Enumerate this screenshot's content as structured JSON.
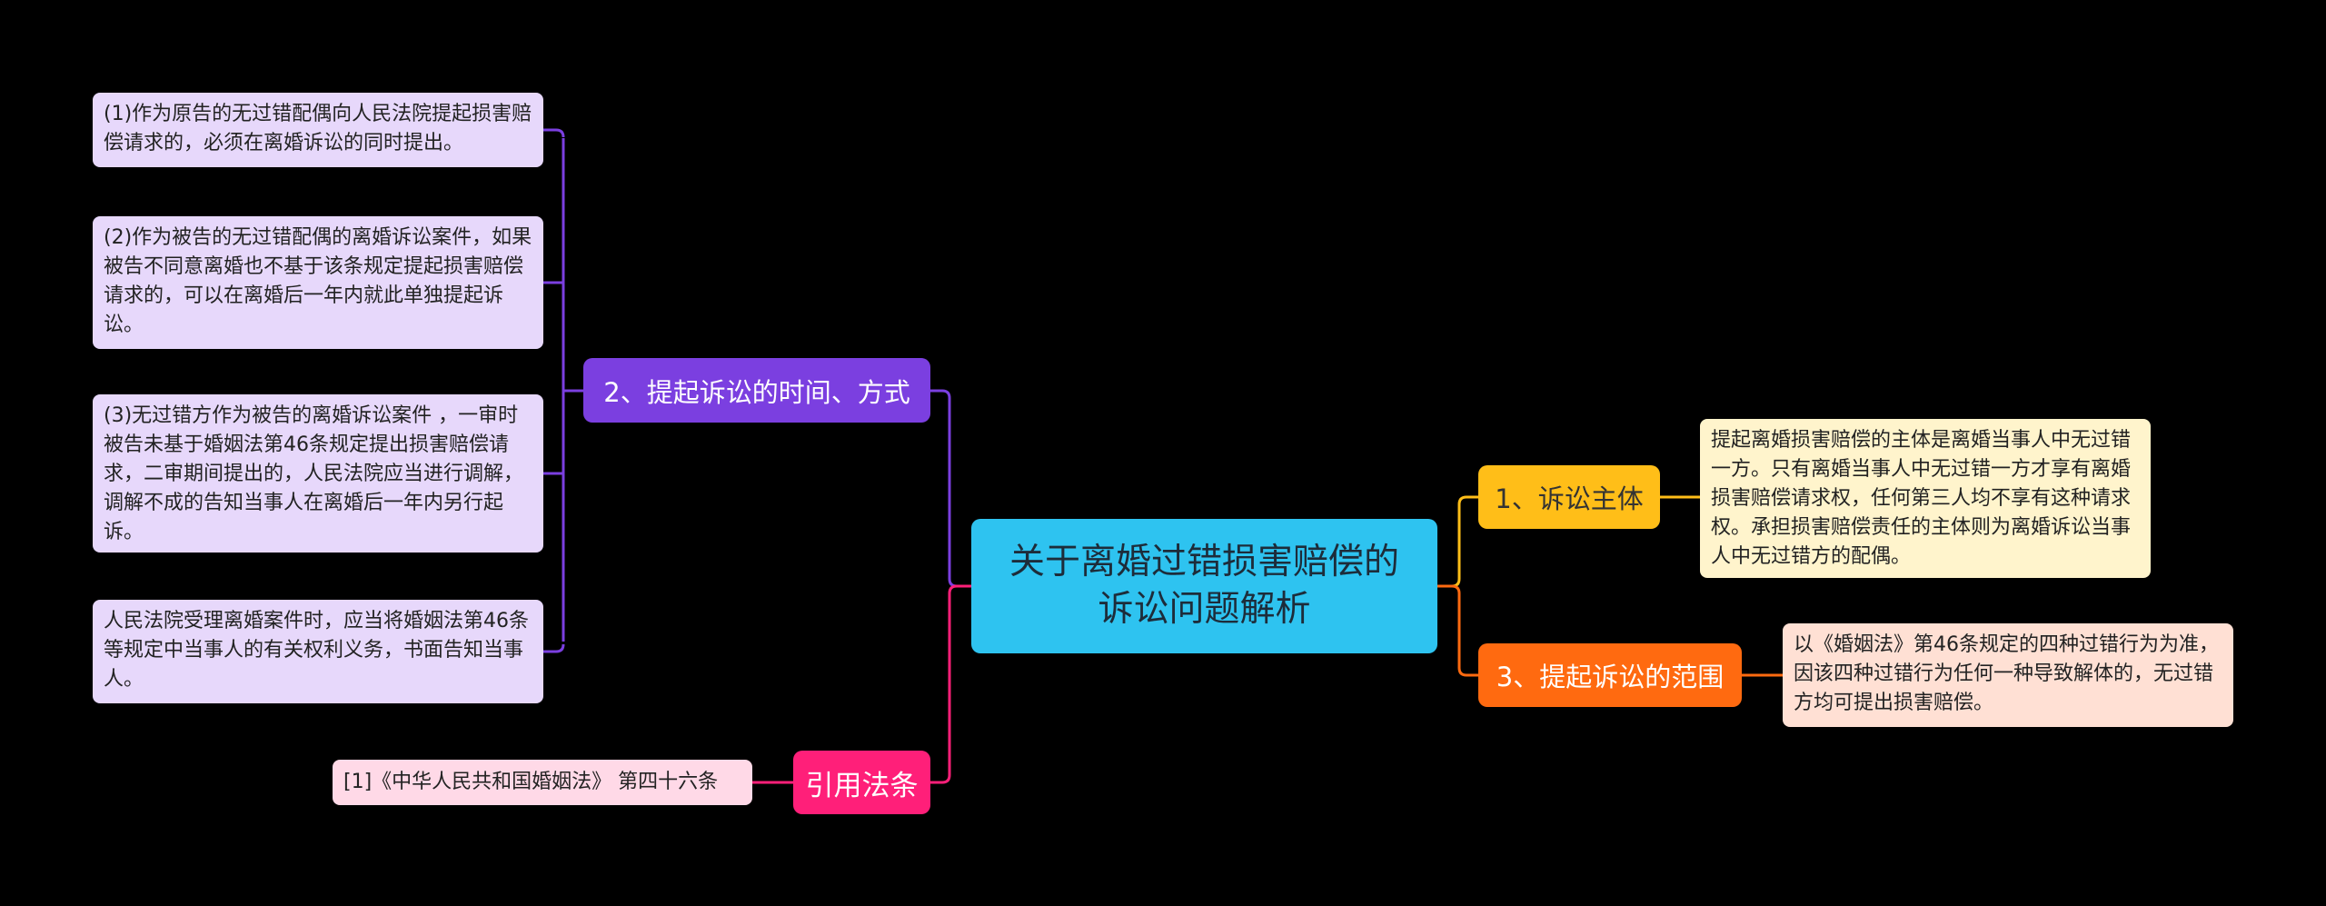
{
  "central": {
    "title": "关于离婚过错损害赔偿的诉讼问题解析"
  },
  "branches": {
    "time_method": {
      "label": "2、提起诉讼的时间、方式"
    },
    "statute": {
      "label": "引用法条"
    },
    "subject": {
      "label": "1、诉讼主体"
    },
    "scope": {
      "label": "3、提起诉讼的范围"
    }
  },
  "leaves": {
    "tm1": "(1)作为原告的无过错配偶向人民法院提起损害赔偿请求的，必须在离婚诉讼的同时提出。",
    "tm2": "(2)作为被告的无过错配偶的离婚诉讼案件，如果被告不同意离婚也不基于该条规定提起损害赔偿请求的，可以在离婚后一年内就此单独提起诉讼。",
    "tm3": "(3)无过错方作为被告的离婚诉讼案件 ，一审时被告未基于婚姻法第46条规定提出损害赔偿请求，二审期间提出的，人民法院应当进行调解，调解不成的告知当事人在离婚后一年内另行起诉。",
    "tm4": "人民法院受理离婚案件时，应当将婚姻法第46条等规定中当事人的有关权利义务，书面告知当事人。",
    "statute1": "[1]《中华人民共和国婚姻法》 第四十六条",
    "subject1": "提起离婚损害赔偿的主体是离婚当事人中无过错一方。只有离婚当事人中无过错一方才享有离婚损害赔偿请求权，任何第三人均不享有这种请求权。承担损害赔偿责任的主体则为离婚诉讼当事人中无过错方的配偶。",
    "scope1": "以《婚姻法》第46条规定的四种过错行为为准，因该四种过错行为任何一种导致解体的，无过错方均可提出损害赔偿。"
  },
  "colors": {
    "background": "#000000",
    "central": "#2ec3f0",
    "purple": "#7b3fe0",
    "pink": "#ff1f79",
    "yellow": "#ffbe18",
    "orange": "#ff6a10"
  }
}
